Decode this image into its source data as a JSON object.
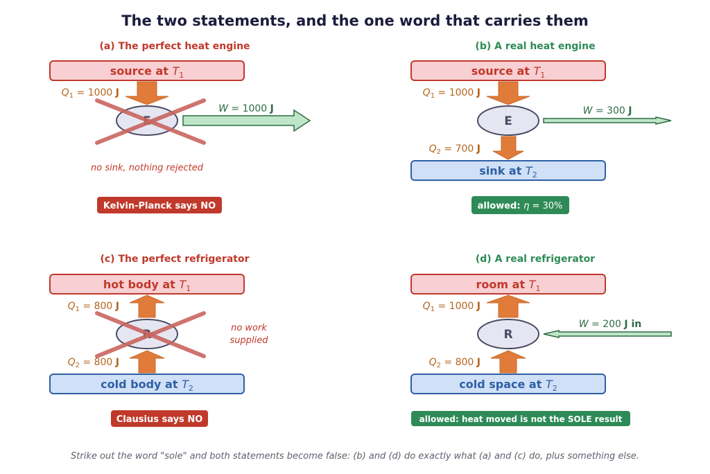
{
  "title": "The two statements, and the one word that carries them",
  "colors": {
    "title": "#1c1c3c",
    "red": "#c0392b",
    "green": "#2e8b57",
    "orange": "#e07b39",
    "orange_text": "#b5651d",
    "hot_fill": "#f8cfd2",
    "cold_fill": "#cfe0f7",
    "cold_stroke": "#2f5fa3",
    "device_fill": "#e6e6f2",
    "device_stroke": "#4a4a63",
    "work_fill": "#bfe6c9",
    "work_stroke": "#2e6b43",
    "cross": "#c9655f",
    "footer": "#5f5f6f"
  },
  "panels": {
    "a": {
      "heading": "(a) The perfect heat engine",
      "source": {
        "text": "source at ",
        "var": "T",
        "sub": "1"
      },
      "q1": {
        "var": "Q",
        "sub": "1",
        "value": " = 1000 ",
        "unit": "J"
      },
      "device": "E",
      "work": {
        "var": "W",
        "value": " = 1000 ",
        "unit": "J"
      },
      "note": "no sink, nothing rejected",
      "verdict": "Kelvin-Planck says NO"
    },
    "b": {
      "heading": "(b) A real heat engine",
      "source": {
        "text": "source at ",
        "var": "T",
        "sub": "1"
      },
      "q1": {
        "var": "Q",
        "sub": "1",
        "value": " = 1000 ",
        "unit": "J"
      },
      "device": "E",
      "work": {
        "var": "W",
        "value": " = 300 ",
        "unit": "J"
      },
      "q2": {
        "var": "Q",
        "sub": "2",
        "value": " = 700 ",
        "unit": "J"
      },
      "sink": {
        "text": "sink at ",
        "var": "T",
        "sub": "2"
      },
      "verdict_prefix": "allowed:  ",
      "verdict_var": "η",
      "verdict_value": " = 30%"
    },
    "c": {
      "heading": "(c) The perfect refrigerator",
      "hot": {
        "text": "hot body at ",
        "var": "T",
        "sub": "1"
      },
      "q1": {
        "var": "Q",
        "sub": "1",
        "value": " = 800 ",
        "unit": "J"
      },
      "device": "R",
      "note_line1": "no work",
      "note_line2": "supplied",
      "q2": {
        "var": "Q",
        "sub": "2",
        "value": " = 800 ",
        "unit": "J"
      },
      "cold": {
        "text": "cold body at ",
        "var": "T",
        "sub": "2"
      },
      "verdict": "Clausius says NO"
    },
    "d": {
      "heading": "(d) A real refrigerator",
      "hot": {
        "text": "room at ",
        "var": "T",
        "sub": "1"
      },
      "q1": {
        "var": "Q",
        "sub": "1",
        "value": " = 1000 ",
        "unit": "J"
      },
      "device": "R",
      "work": {
        "var": "W",
        "value": " = 200 ",
        "unit": "J in"
      },
      "q2": {
        "var": "Q",
        "sub": "2",
        "value": " = 800 ",
        "unit": "J"
      },
      "cold": {
        "text": "cold space at ",
        "var": "T",
        "sub": "2"
      },
      "verdict": "allowed: heat moved is not the SOLE result"
    }
  },
  "footer": "Strike out the word \"sole\" and both statements become false: (b) and (d) do exactly what (a) and (c) do, plus something else."
}
